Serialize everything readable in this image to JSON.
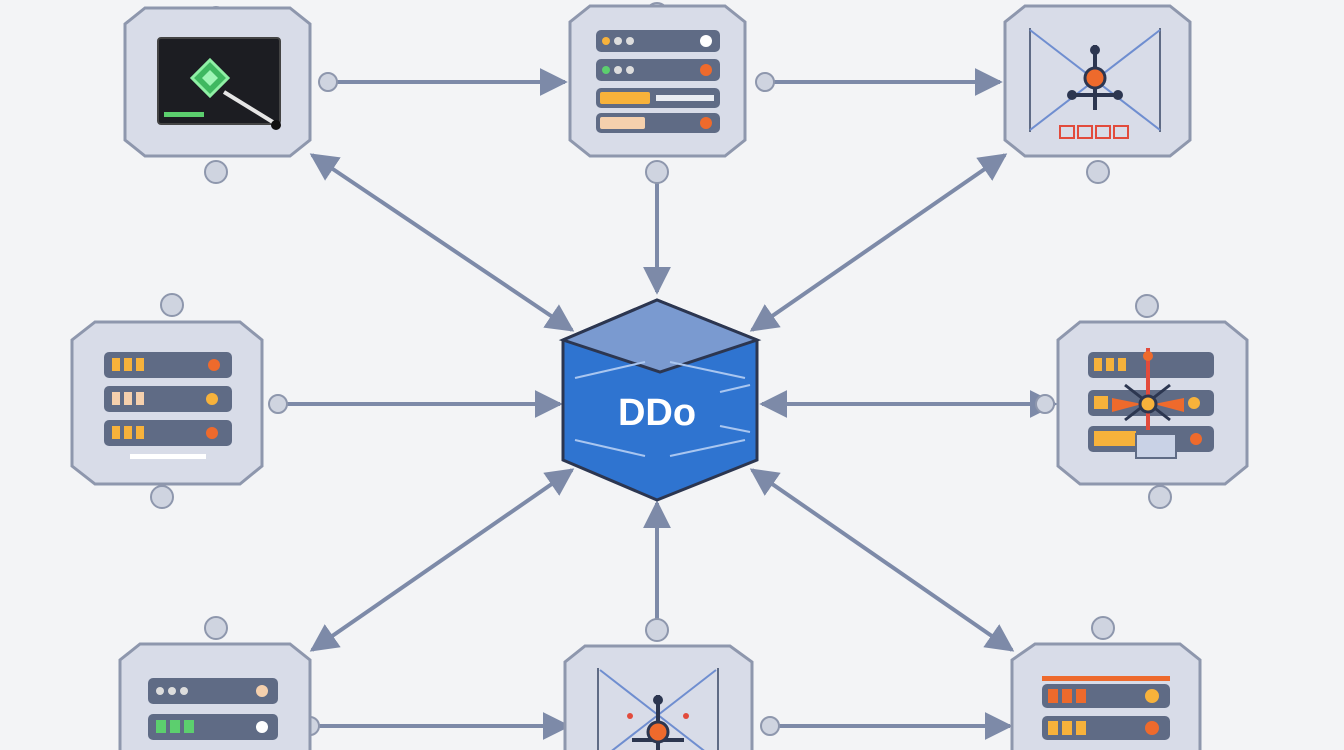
{
  "hub": {
    "label": "DDo"
  },
  "colors": {
    "hub_face": "#2f74d0",
    "hub_top": "#7a9ad0",
    "hub_outline": "#2c3650",
    "node_fill": "#d8dce8",
    "node_stroke": "#8e97ad",
    "arrow": "#7d8aa8",
    "rack_bar": "#5f6b85",
    "accent_orange": "#ee6a2c",
    "accent_yellow": "#f7b23b",
    "accent_red": "#e24b3c",
    "accent_green": "#5ccf6e",
    "monitor_screen": "#1c1d22"
  },
  "nodes": [
    {
      "id": "top-left",
      "icon": "monitor-scan-icon"
    },
    {
      "id": "top-center",
      "icon": "server-rack-icon"
    },
    {
      "id": "top-right",
      "icon": "network-node-icon"
    },
    {
      "id": "middle-left",
      "icon": "server-rack-icon"
    },
    {
      "id": "middle-right",
      "icon": "server-rack-network-icon"
    },
    {
      "id": "bottom-left",
      "icon": "server-rack-icon"
    },
    {
      "id": "bottom-center",
      "icon": "network-node-icon"
    },
    {
      "id": "bottom-right",
      "icon": "server-rack-icon"
    }
  ],
  "connections": [
    {
      "from": "top-left",
      "to": "top-center",
      "direction": "forward"
    },
    {
      "from": "top-center",
      "to": "top-right",
      "direction": "forward"
    },
    {
      "from": "top-left",
      "to": "hub",
      "direction": "both"
    },
    {
      "from": "top-center",
      "to": "hub",
      "direction": "forward"
    },
    {
      "from": "top-right",
      "to": "hub",
      "direction": "both"
    },
    {
      "from": "middle-left",
      "to": "hub",
      "direction": "forward"
    },
    {
      "from": "middle-right",
      "to": "hub",
      "direction": "both"
    },
    {
      "from": "bottom-left",
      "to": "hub",
      "direction": "both"
    },
    {
      "from": "bottom-center",
      "to": "hub",
      "direction": "forward"
    },
    {
      "from": "bottom-right",
      "to": "hub",
      "direction": "both"
    },
    {
      "from": "bottom-left",
      "to": "bottom-center",
      "direction": "forward"
    },
    {
      "from": "bottom-center",
      "to": "bottom-right",
      "direction": "forward"
    }
  ]
}
